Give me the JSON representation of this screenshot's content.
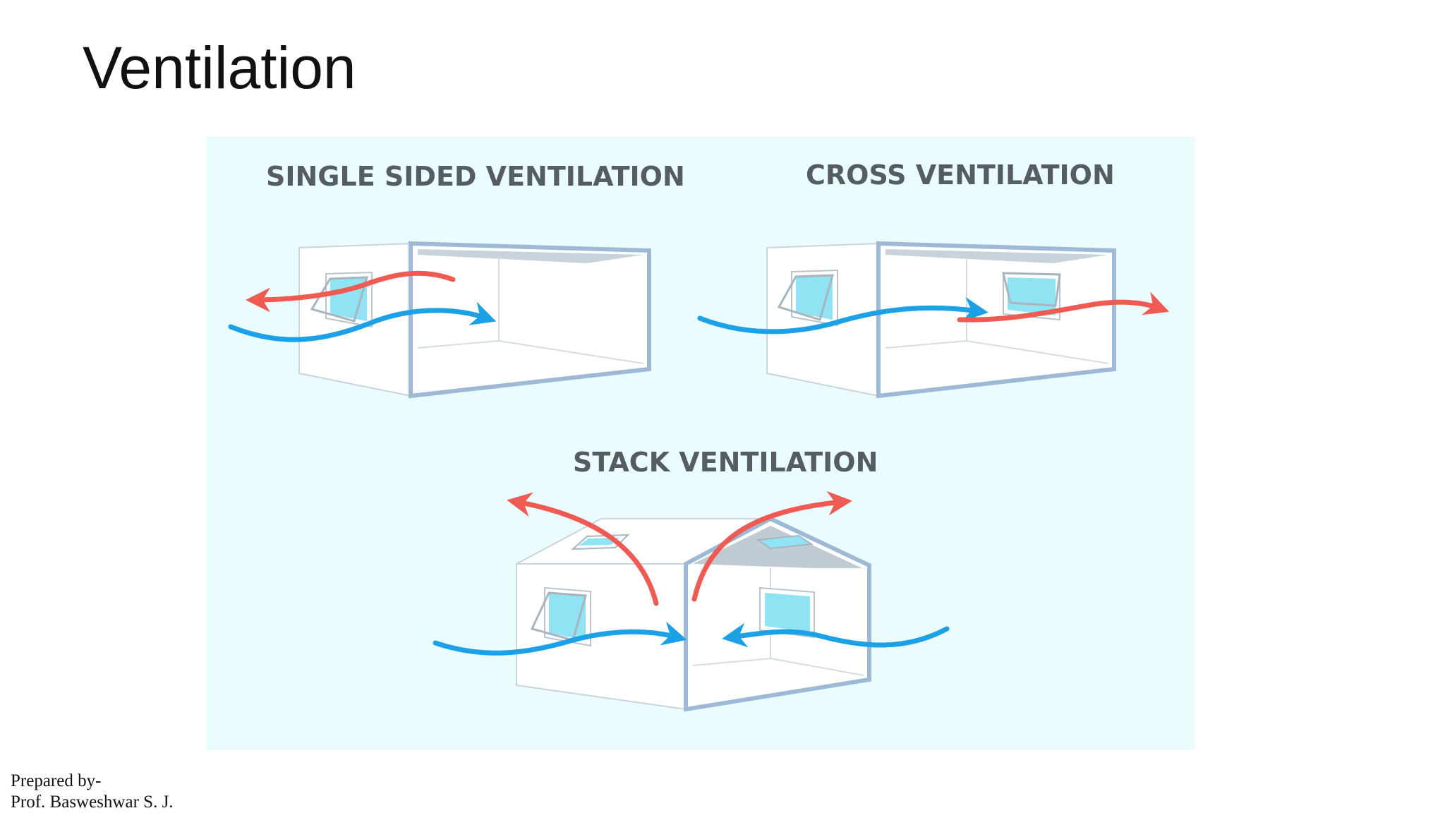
{
  "slide": {
    "title": "Ventilation"
  },
  "figure": {
    "panels": [
      {
        "caption": "SINGLE SIDED VENTILATION"
      },
      {
        "caption": "CROSS VENTILATION"
      },
      {
        "caption": "STACK VENTILATION"
      }
    ],
    "colors": {
      "background": "#eafcfd",
      "cool_air": "#1ca0e6",
      "warm_air": "#ef5a52",
      "wall_edge": "#9db9d6",
      "glass": "#8fe3f2"
    }
  },
  "credits": {
    "line1": "Prepared by-",
    "line2": "Prof. Basweshwar S. J."
  }
}
